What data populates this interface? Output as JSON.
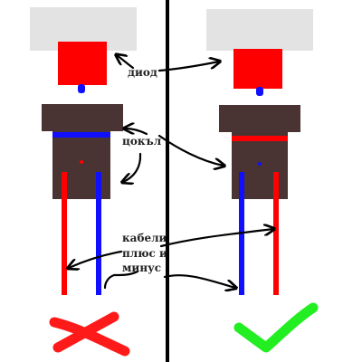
{
  "labels": {
    "diode": "диод",
    "socket": "цокъл",
    "cables_line1": "кабели",
    "cables_line2": "плюс и",
    "cables_line3": "минус"
  },
  "verdicts": {
    "left": "wrong-cross-icon",
    "right": "correct-check-icon"
  },
  "colors": {
    "background": "#ffffff",
    "divider": "#000000",
    "diode_cap": "#e3e3e3",
    "diode_body": "#ff0000",
    "diode_lead": "#1010ff",
    "socket": "#4a3333",
    "wire_plus": "#ff0000",
    "wire_minus": "#1010ff",
    "cross": "#ff1a1a",
    "check": "#22ee22",
    "arrows": "#000000"
  }
}
